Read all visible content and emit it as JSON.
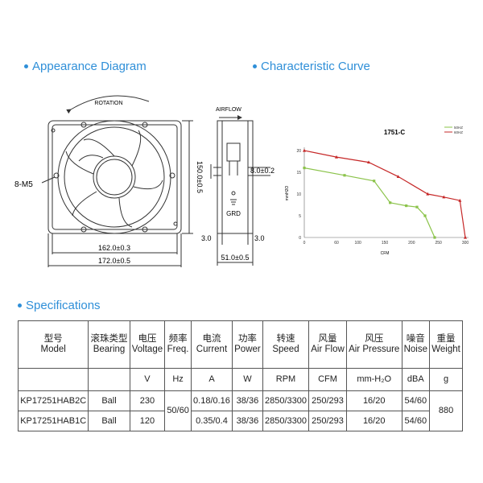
{
  "sections": {
    "appearance": "Appearance Diagram",
    "curve": "Characteristic Curve",
    "specs": "Specifications"
  },
  "appearance": {
    "rotation_label": "ROTATION",
    "airflow_label": "AIRFLOW",
    "screw_label": "8-M5",
    "height_dim": "150.0±0.5",
    "width_dim_inner": "162.0±0.3",
    "width_dim_outer": "172.0±0.5",
    "side_depth_dim": "51.0±0.5",
    "side_flange_dim": "8.0±0.2",
    "side_left_dim": "3.0",
    "side_right_dim": "3.0",
    "ground_label": "GRD"
  },
  "chart_data": {
    "type": "line",
    "title": "1751-C",
    "xlabel": "CFM",
    "ylabel": "mmH2O",
    "xlim": [
      0,
      300
    ],
    "ylim": [
      0,
      20
    ],
    "x_ticks": [
      0,
      60,
      100,
      150,
      200,
      250,
      300
    ],
    "y_ticks": [
      0,
      5,
      10,
      15,
      20
    ],
    "legend_position": "top-right",
    "series": [
      {
        "name": "50HZ",
        "color": "#8bc34a",
        "points": [
          [
            0,
            16
          ],
          [
            75,
            14.3
          ],
          [
            130,
            13
          ],
          [
            160,
            8
          ],
          [
            190,
            7.3
          ],
          [
            210,
            7
          ],
          [
            225,
            5
          ],
          [
            243,
            0
          ]
        ]
      },
      {
        "name": "60HZ",
        "color": "#c62828",
        "points": [
          [
            0,
            20
          ],
          [
            60,
            18.5
          ],
          [
            120,
            17.3
          ],
          [
            175,
            14
          ],
          [
            230,
            10
          ],
          [
            260,
            9.3
          ],
          [
            290,
            8.5
          ],
          [
            300,
            0
          ]
        ]
      }
    ]
  },
  "specs": {
    "headers": [
      {
        "zh": "型号",
        "en": "Model"
      },
      {
        "zh": "滚珠类型",
        "en": "Bearing"
      },
      {
        "zh": "电压",
        "en": "Voltage"
      },
      {
        "zh": "频率",
        "en": "Freq."
      },
      {
        "zh": "电流",
        "en": "Current"
      },
      {
        "zh": "功率",
        "en": "Power"
      },
      {
        "zh": "转速",
        "en": "Speed"
      },
      {
        "zh": "风量",
        "en": "Air Flow"
      },
      {
        "zh": "风压",
        "en": "Air Pressure"
      },
      {
        "zh": "噪音",
        "en": "Noise"
      },
      {
        "zh": "重量",
        "en": "Weight"
      }
    ],
    "units": [
      "",
      "",
      "V",
      "Hz",
      "A",
      "W",
      "RPM",
      "CFM",
      "mm-H₂O",
      "dBA",
      "g"
    ],
    "rows": [
      {
        "model": "KP17251HAB2C",
        "bearing": "Ball",
        "voltage": "230",
        "current": "0.18/0.16",
        "power": "38/36",
        "speed": "2850/3300",
        "airflow": "250/293",
        "pressure": "16/20",
        "noise": "54/60"
      },
      {
        "model": "KP17251HAB1C",
        "bearing": "Ball",
        "voltage": "120",
        "current": "0.35/0.4",
        "power": "38/36",
        "speed": "2850/3300",
        "airflow": "250/293",
        "pressure": "16/20",
        "noise": "54/60"
      }
    ],
    "freq_shared": "50/60",
    "weight_shared": "880"
  }
}
